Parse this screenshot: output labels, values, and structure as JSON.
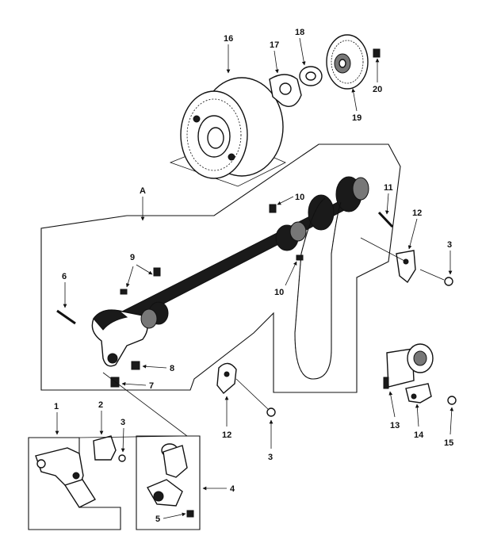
{
  "callouts": {
    "c1": "1",
    "c2": "2",
    "c3a": "3",
    "c3b": "3",
    "c3c": "3",
    "c4": "4",
    "c5": "5",
    "c6": "6",
    "c7": "7",
    "c8": "8",
    "c9": "9",
    "c10a": "10",
    "c10b": "10",
    "c11": "11",
    "c12a": "12",
    "c12b": "12",
    "c13": "13",
    "c14": "14",
    "c15": "15",
    "c16": "16",
    "c17": "17",
    "c18": "18",
    "c19": "19",
    "c20": "20",
    "cA": "A"
  }
}
